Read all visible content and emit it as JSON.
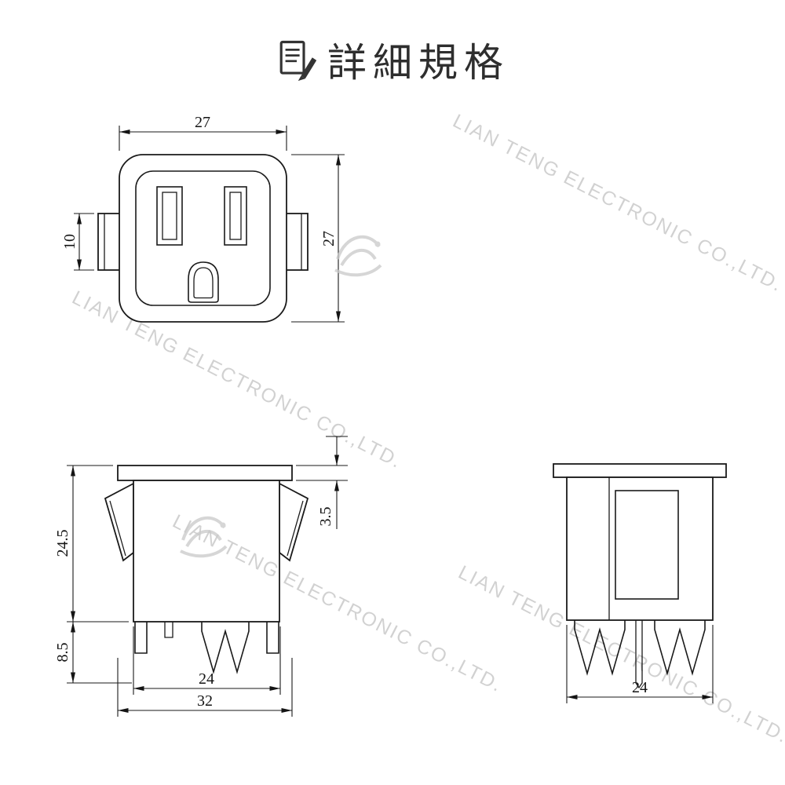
{
  "page": {
    "background_color": "#ffffff",
    "line_color": "#1a1a1a",
    "watermark_color": "#cdcdcd"
  },
  "header": {
    "title": "詳細規格",
    "icon": "document-pen-icon"
  },
  "watermark": {
    "text": "LIAN TENG ELECTRONIC CO.,LTD."
  },
  "views": {
    "front": {
      "dims": {
        "width": "27",
        "height": "27",
        "tab_height": "10"
      }
    },
    "side": {
      "dims": {
        "overall_height": "24.5",
        "terminal_height": "8.5",
        "flange_thickness": "3.5",
        "inner_width": "24",
        "flange_width": "32"
      }
    },
    "rear": {
      "dims": {
        "width": "24"
      }
    }
  }
}
